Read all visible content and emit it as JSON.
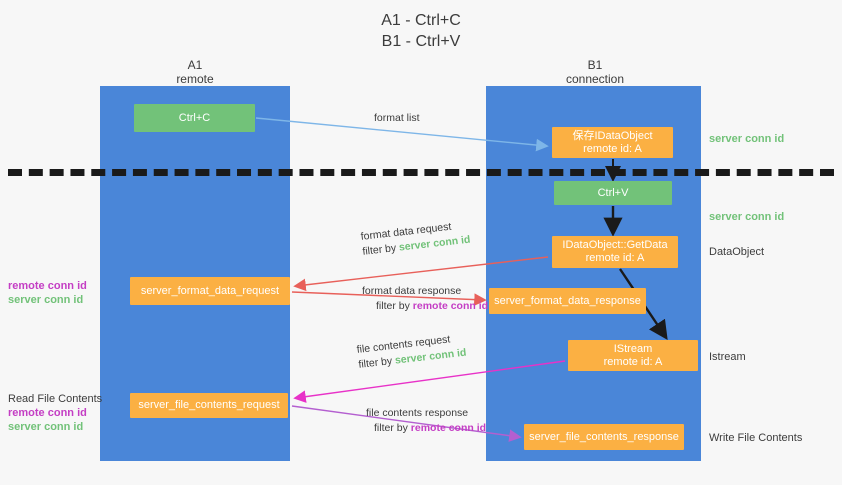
{
  "title": {
    "line1": "A1 - Ctrl+C",
    "line2": "B1 - Ctrl+V"
  },
  "columns": [
    {
      "name": "A1",
      "subtitle": "remote"
    },
    {
      "name": "B1",
      "subtitle": "connection"
    }
  ],
  "nodes": {
    "ctrl_c": {
      "label": "Ctrl+C",
      "color": "#72c279"
    },
    "save_idataobject": {
      "line1": "保存IDataObject",
      "line2": "remote id: A",
      "color": "#fbb043"
    },
    "ctrl_v": {
      "label": "Ctrl+V",
      "color": "#72c279"
    },
    "getdata": {
      "line1": "IDataObject::GetData",
      "line2": "remote id: A",
      "color": "#fbb043"
    },
    "format_data_request": {
      "label": "server_format_data_request",
      "color": "#fbb043"
    },
    "format_data_response": {
      "label": "server_format_data_response",
      "color": "#fbb043"
    },
    "istream": {
      "line1": "IStream",
      "line2": "remote id: A",
      "color": "#fbb043"
    },
    "file_contents_request": {
      "label": "server_file_contents_request",
      "color": "#fbb043"
    },
    "file_contents_response": {
      "label": "server_file_contents_response",
      "color": "#fbb043"
    }
  },
  "right_notes": {
    "server_conn_id_1": "server conn id",
    "server_conn_id_2": "server conn id",
    "dataobject": "DataObject",
    "istream": "Istream",
    "write_file_contents": "Write File Contents"
  },
  "left_notes": {
    "format": {
      "remote": "remote conn id",
      "server": "server conn id"
    },
    "file": {
      "heading": "Read File Contents",
      "remote": "remote conn id",
      "server": "server conn id"
    }
  },
  "edge_labels": {
    "format_list": "format list",
    "format_data_request": {
      "text": "format data request",
      "filter_prefix": "filter by ",
      "filter_key": "server conn id"
    },
    "format_data_response": {
      "text": "format data response",
      "filter_prefix": "filter by ",
      "filter_key": "remote conn id"
    },
    "file_contents_request": {
      "text": "file contents request",
      "filter_prefix": "filter by ",
      "filter_key": "server conn id"
    },
    "file_contents_response": {
      "text": "file contents response",
      "filter_prefix": "filter by ",
      "filter_key": "remote conn id"
    }
  },
  "colors": {
    "lane": "#4a86d8",
    "green": "#72c279",
    "orange": "#fbb043",
    "magenta": "#c43ec4",
    "background": "#f7f7f7",
    "divider": "#1a1a1a",
    "arrow_blue": "#7eb6e8",
    "arrow_red": "#e8605a",
    "arrow_magenta": "#e832c8",
    "arrow_purple": "#b45fd0",
    "arrow_black": "#1a1a1a"
  }
}
